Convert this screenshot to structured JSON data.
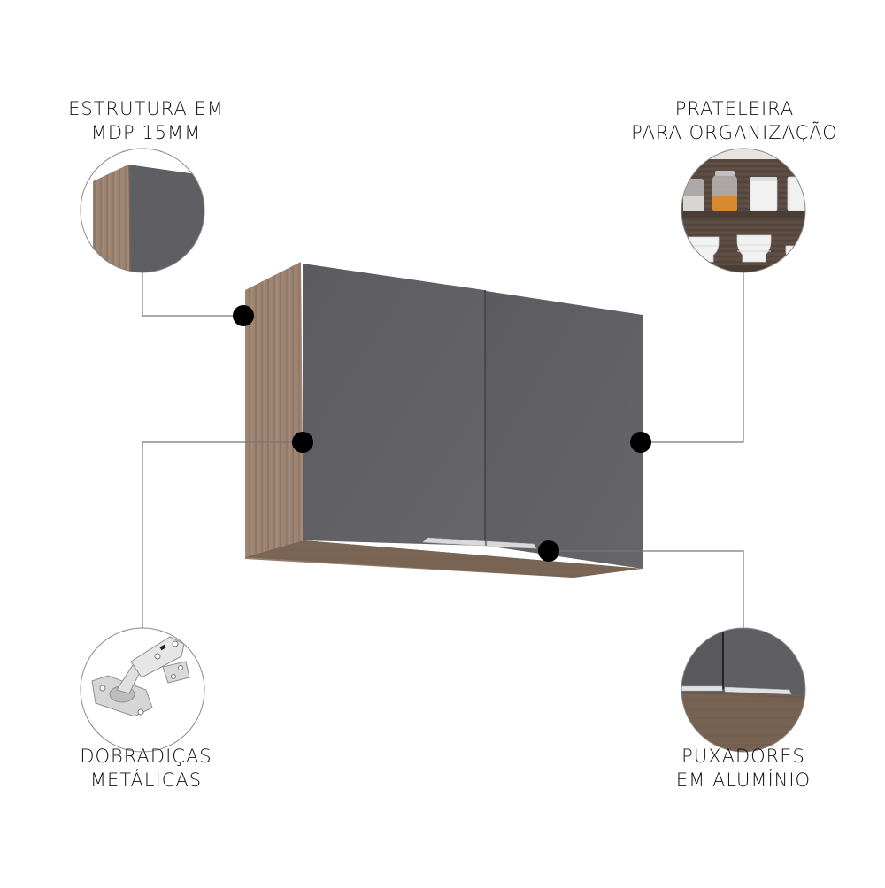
{
  "features": [
    {
      "id": "estrutura",
      "lines": [
        "ESTRUTURA EM",
        "MDP 15MM"
      ],
      "icon": "mdp-panel-corner-icon"
    },
    {
      "id": "prateleira",
      "lines": [
        "PRATELEIRA",
        "PARA ORGANIZAÇÃO"
      ],
      "icon": "shelf-with-jars-icon"
    },
    {
      "id": "dobradicas",
      "lines": [
        "DOBRADIÇAS",
        "METÁLICAS"
      ],
      "icon": "metal-hinge-icon"
    },
    {
      "id": "puxadores",
      "lines": [
        "PUXADORES",
        "EM ALUMÍNIO"
      ],
      "icon": "aluminum-handle-icon"
    }
  ],
  "colors": {
    "background": "#ffffff",
    "door_gray": "#5f5f63",
    "wood": "#9c8270",
    "wood_dark": "#7d6656",
    "shelf_wood": "#5a4a40",
    "marker": "#000000",
    "connector": "#777777",
    "handle": "#d8d8d8",
    "text": "#111111"
  }
}
